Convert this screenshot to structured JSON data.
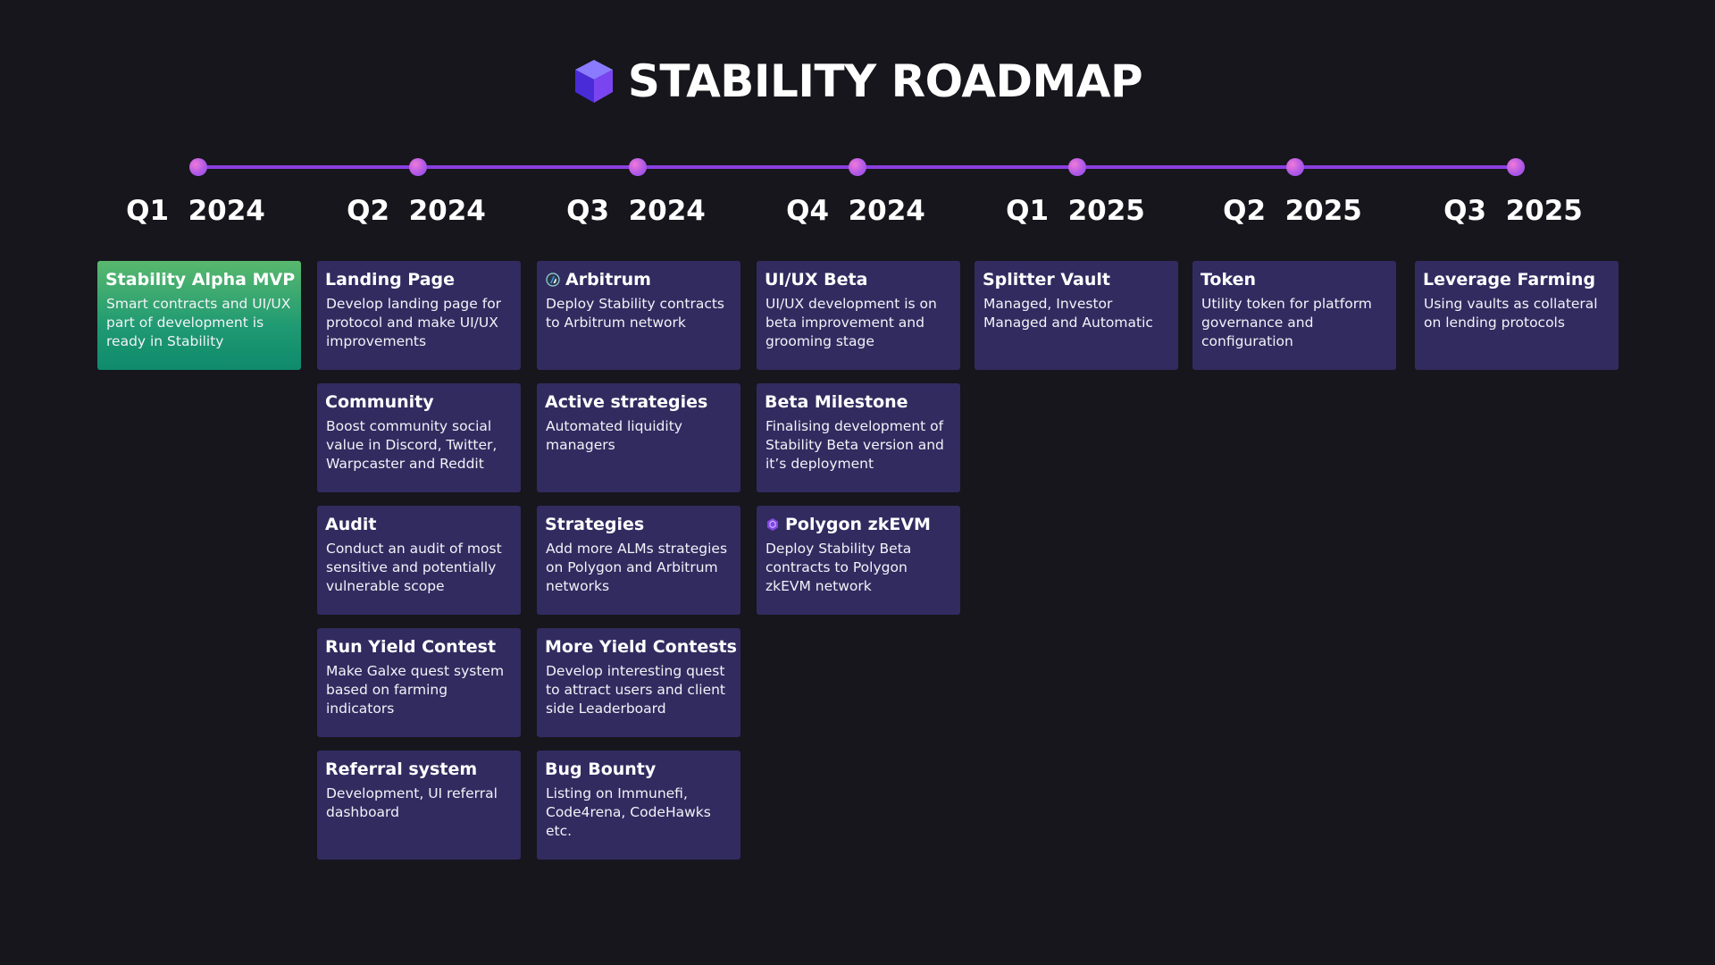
{
  "title": "STABILITY ROADMAP",
  "logo_icon": "cube-icon",
  "colors": {
    "background": "#16161c",
    "card": "#322b60",
    "card_highlight": "#1f9a72",
    "timeline": "#8a3fe0",
    "dot": "#c45fe4"
  },
  "quarters": [
    "Q1  2024",
    "Q2  2024",
    "Q3  2024",
    "Q4  2024",
    "Q1  2025",
    "Q2  2025",
    "Q3  2025"
  ],
  "cards": [
    {
      "title": "Stability Alpha MVP",
      "desc": "Smart contracts and UI/UX part of development is ready in Stability",
      "quarter": "Q1 2024",
      "highlight": true
    },
    {
      "title": "Landing Page",
      "desc": "Develop landing page for protocol and make UI/UX improvements",
      "quarter": "Q2 2024"
    },
    {
      "title": "Community",
      "desc": "Boost community social value in Discord, Twitter, Warpcaster and Reddit",
      "quarter": "Q2 2024"
    },
    {
      "title": "Audit",
      "desc": "Conduct an audit of most sensitive and potentially vulnerable scope",
      "quarter": "Q2 2024"
    },
    {
      "title": "Run Yield Contest",
      "desc": "Make Galxe quest system based on farming indicators",
      "quarter": "Q2 2024"
    },
    {
      "title": "Referral system",
      "desc": "Development, UI referral dashboard",
      "quarter": "Q2 2024"
    },
    {
      "title": "Arbitrum",
      "desc": "Deploy Stability contracts to Arbitrum network",
      "quarter": "Q3 2024",
      "icon": "arbitrum-icon"
    },
    {
      "title": "Active strategies",
      "desc": "Automated liquidity managers",
      "quarter": "Q3 2024"
    },
    {
      "title": "Strategies",
      "desc": "Add more ALMs strategies on Polygon and Arbitrum networks",
      "quarter": "Q3 2024"
    },
    {
      "title": "More Yield Contests",
      "desc": "Develop interesting quest to attract users and client side Leaderboard",
      "quarter": "Q3 2024"
    },
    {
      "title": "Bug Bounty",
      "desc": "Listing on Immunefi, Code4rena, CodeHawks etc.",
      "quarter": "Q3 2024"
    },
    {
      "title": "UI/UX Beta",
      "desc": "UI/UX development is on beta improvement and grooming stage",
      "quarter": "Q4 2024"
    },
    {
      "title": "Beta Milestone",
      "desc": "Finalising development of Stability Beta version and it’s deployment",
      "quarter": "Q4 2024"
    },
    {
      "title": "Polygon zkEVM",
      "desc": "Deploy Stability Beta contracts to Polygon zkEVM network",
      "quarter": "Q4 2024",
      "icon": "polygon-icon"
    },
    {
      "title": "Splitter Vault",
      "desc": "Managed, Investor Managed and Automatic",
      "quarter": "Q1 2025"
    },
    {
      "title": "Token",
      "desc": "Utility token for platform governance and configuration",
      "quarter": "Q2 2025"
    },
    {
      "title": "Leverage Farming",
      "desc": "Using vaults as collateral on lending protocols",
      "quarter": "Q3 2025"
    }
  ]
}
